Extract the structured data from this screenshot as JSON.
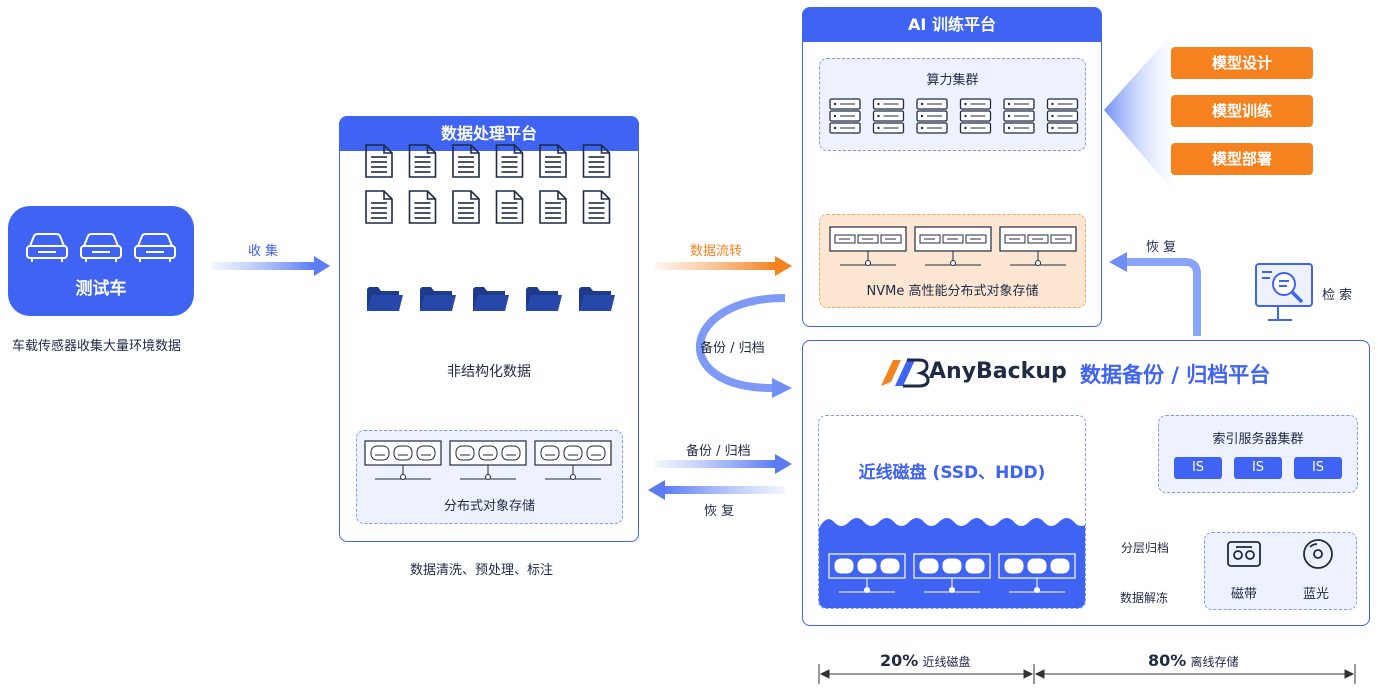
{
  "test_vehicle": {
    "label": "测试车",
    "caption": "车载传感器收集大量环境数据"
  },
  "arrows": {
    "collect": "收 集",
    "data_flow": "数据流转",
    "backup_archive_1": "备份 / 归档",
    "backup_archive_2": "备份 / 归档",
    "restore_1": "恢 复",
    "restore_2": "恢 复",
    "tiered_archive": "分层归档",
    "data_thaw": "数据解冻"
  },
  "processing_platform": {
    "title": "数据处理平台",
    "unstructured": "非结构化数据",
    "storage": "分布式对象存储",
    "caption": "数据清洗、预处理、标注"
  },
  "ai_platform": {
    "title": "AI 训练平台",
    "compute_cluster": "算力集群",
    "nvme_storage": "NVMe 高性能分布式对象存储"
  },
  "ai_tasks": [
    "模型设计",
    "模型训练",
    "模型部署"
  ],
  "search": {
    "label": "检 索"
  },
  "anybackup": {
    "logo": "AnyBackup",
    "title": "数据备份 / 归档平台",
    "nearline": "近线磁盘 (SSD、HDD)",
    "index_cluster": "索引服务器集群",
    "is_items": [
      "IS",
      "IS",
      "IS"
    ],
    "tape": "磁带",
    "bluray": "蓝光"
  },
  "ratio": {
    "left_pct": "20%",
    "left_label": "近线磁盘",
    "right_pct": "80%",
    "right_label": "离线存储"
  }
}
